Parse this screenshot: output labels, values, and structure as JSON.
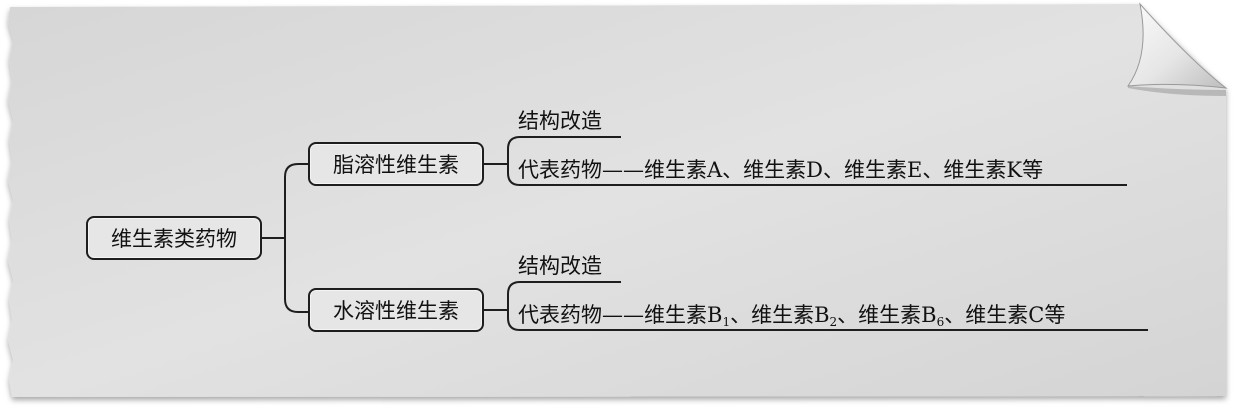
{
  "diagram": {
    "root": {
      "label": "维生素类药物"
    },
    "branches": [
      {
        "label": "脂溶性维生素",
        "leaves": {
          "structure": "结构改造",
          "representative_prefix": "代表药物——",
          "drugs": [
            {
              "name": "维生素A",
              "sub": ""
            },
            {
              "name": "维生素D",
              "sub": ""
            },
            {
              "name": "维生素E",
              "sub": ""
            },
            {
              "name": "维生素K",
              "sub": ""
            }
          ],
          "separator": "、",
          "suffix": "等"
        }
      },
      {
        "label": "水溶性维生素",
        "leaves": {
          "structure": "结构改造",
          "representative_prefix": "代表药物——",
          "drugs": [
            {
              "name": "维生素B",
              "sub": "1"
            },
            {
              "name": "维生素B",
              "sub": "2"
            },
            {
              "name": "维生素B",
              "sub": "6"
            },
            {
              "name": "维生素C",
              "sub": ""
            }
          ],
          "separator": "、",
          "suffix": "等"
        }
      }
    ]
  },
  "colors": {
    "paper": "#dcdcdc",
    "ink": "#1e1e1e",
    "box_fill": "#e6e6e6"
  }
}
